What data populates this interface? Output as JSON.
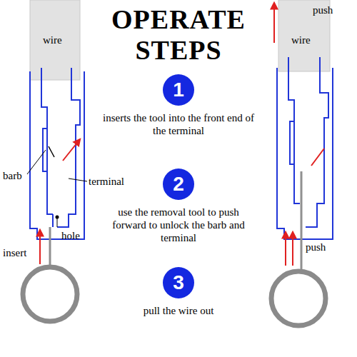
{
  "diagram": {
    "title": "OPERATE STEPS",
    "nodes": [
      {
        "text": [
          "1",
          "inserts the tool into the front end of the terminal"
        ]
      },
      {
        "text": [
          "2",
          "use the removal tool to push forward to unlock the barb and terminal"
        ]
      },
      {
        "text": [
          "3",
          "pull the wire out"
        ]
      }
    ],
    "labels": [
      "wire",
      "barb",
      "terminal",
      "hole",
      "insert",
      "wire",
      "push",
      "push"
    ]
  }
}
